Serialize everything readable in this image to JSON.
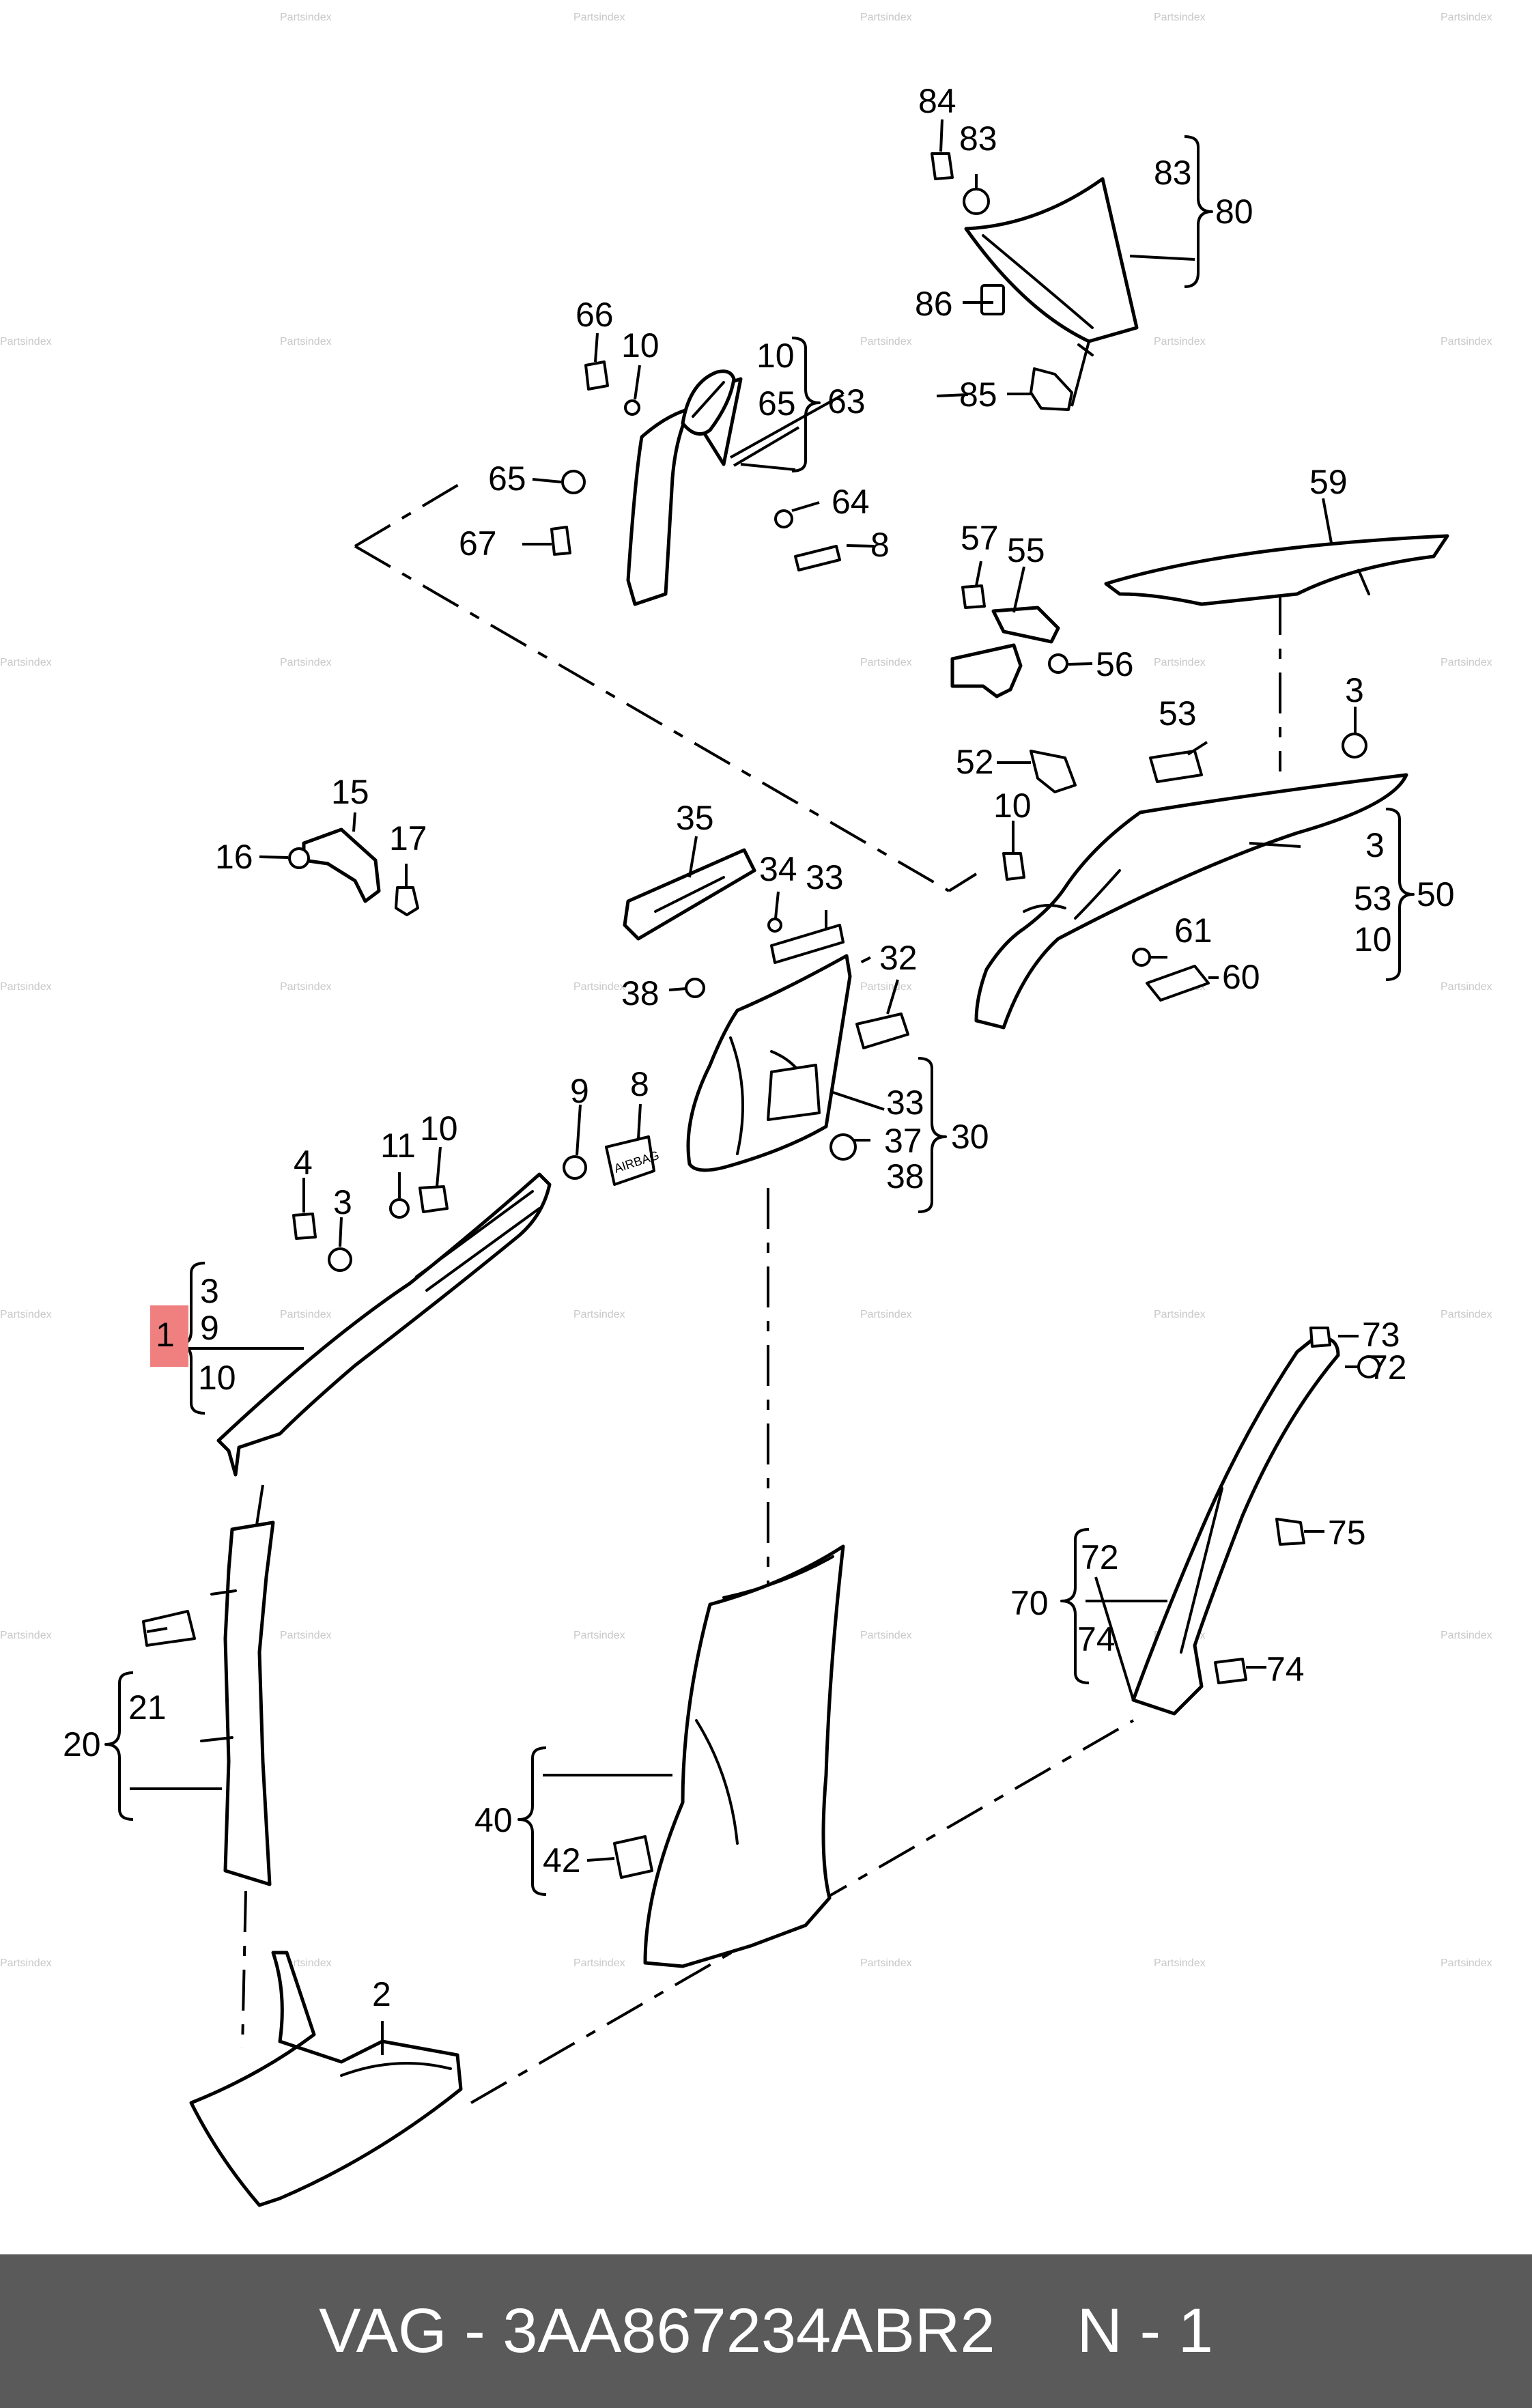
{
  "footer": {
    "part_code": "VAG - 3AA867234ABR2",
    "position": "N - 1"
  },
  "watermark": "Partsindex",
  "highlight_color": "#f08080",
  "labels": {
    "l84": "84",
    "l83a": "83",
    "l83b": "83",
    "l80": "80",
    "l86": "86",
    "l85": "85",
    "l66": "66",
    "l10a": "10",
    "l10b": "10",
    "l65a": "65",
    "l63": "63",
    "l65b": "65",
    "l64": "64",
    "l67": "67",
    "l8a": "8",
    "l59": "59",
    "l57": "57",
    "l55": "55",
    "l56": "56",
    "l3a": "3",
    "l53a": "53",
    "l52": "52",
    "l10c": "10",
    "l3b": "3",
    "l53b": "53",
    "l10d": "10",
    "l50": "50",
    "l61": "61",
    "l60": "60",
    "l15": "15",
    "l16": "16",
    "l17": "17",
    "l35": "35",
    "l34": "34",
    "l33a": "33",
    "l32": "32",
    "l38a": "38",
    "l33b": "33",
    "l37": "37",
    "l38b": "38",
    "l30": "30",
    "l9a": "9",
    "l8b": "8",
    "l4": "4",
    "l11": "11",
    "l10e": "10",
    "l3c": "3",
    "l1": "1",
    "l3d": "3",
    "l9b": "9",
    "l10f": "10",
    "l73": "73",
    "l72a": "72",
    "l75": "75",
    "l72b": "72",
    "l70": "70",
    "l74a": "74",
    "l74b": "74",
    "l21": "21",
    "l20": "20",
    "l40": "40",
    "l42": "42",
    "l2": "2",
    "airbag": "AIRBAG"
  }
}
